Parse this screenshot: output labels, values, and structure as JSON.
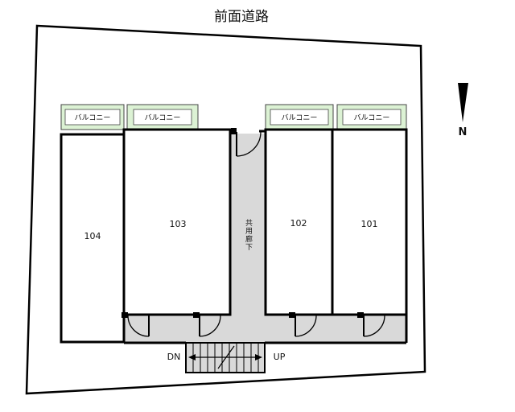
{
  "title": "前面道路",
  "compass": {
    "label": "N"
  },
  "corridor": {
    "label": "共用廊下"
  },
  "stairs": {
    "down_label": "DN",
    "up_label": "UP"
  },
  "balconies": [
    {
      "label": "バルコニー"
    },
    {
      "label": "バルコニー"
    },
    {
      "label": "バルコニー"
    },
    {
      "label": "バルコニー"
    }
  ],
  "units": [
    {
      "number": "104"
    },
    {
      "number": "103"
    },
    {
      "number": "102"
    },
    {
      "number": "101"
    }
  ],
  "colors": {
    "wall": "#000000",
    "common_area": "#d9d9d9",
    "balcony_fill": "#dcf2d4",
    "label_bg": "#ffffff",
    "background": "#ffffff"
  }
}
